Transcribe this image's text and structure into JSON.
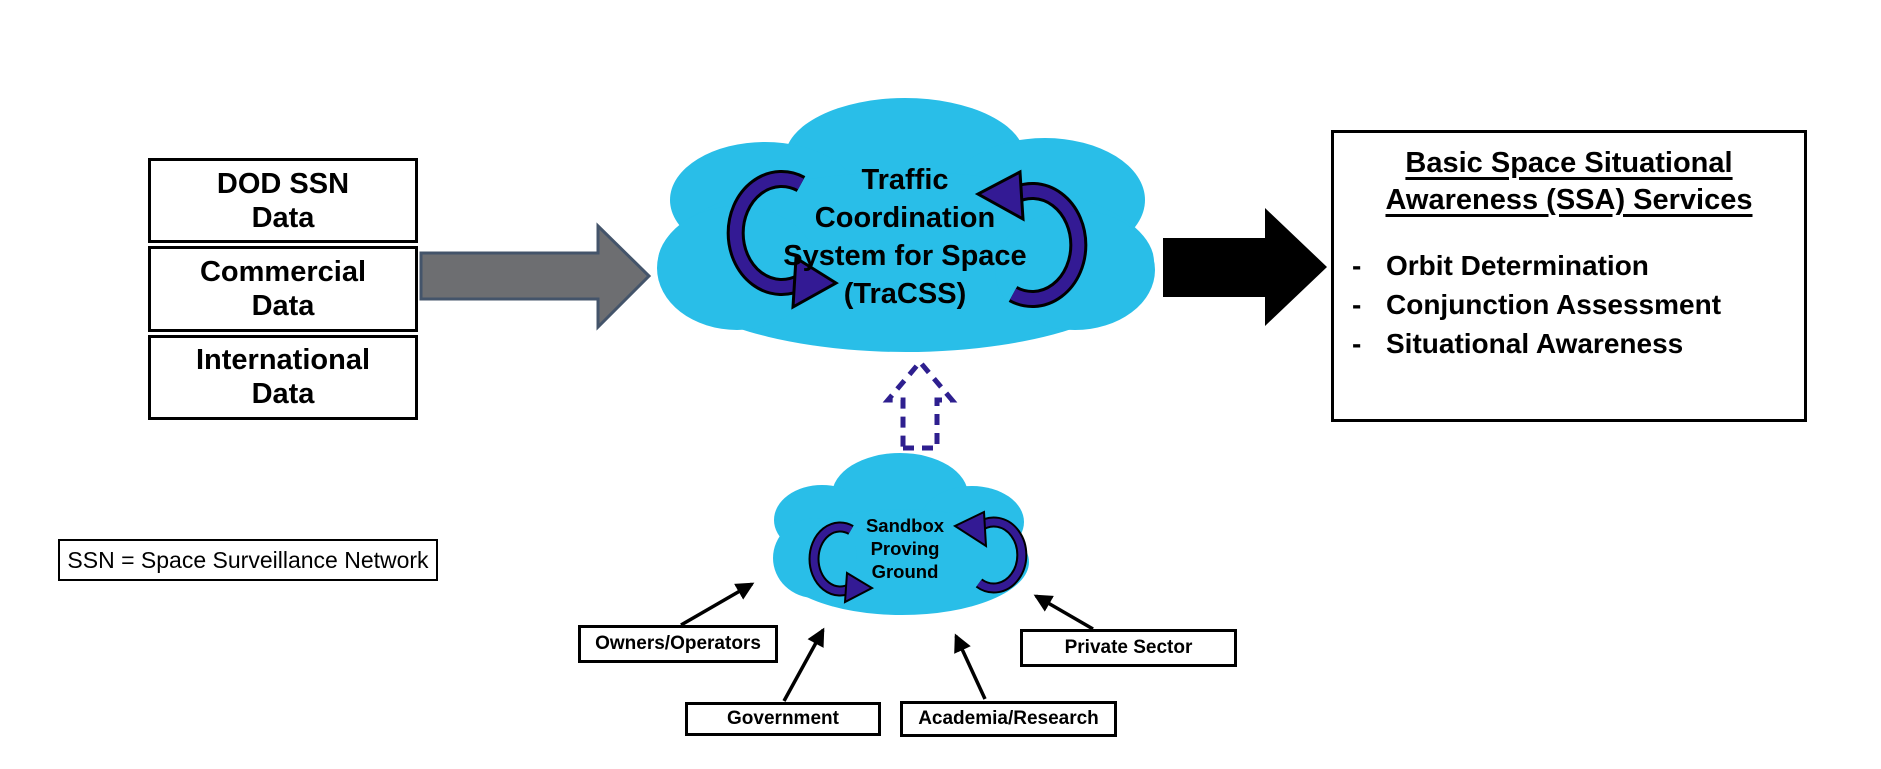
{
  "diagram_title": "Traffic Coordination System for Space (TraCSS) data flow",
  "colors": {
    "cloud_fill": "#29BEE8",
    "cycle_arrow_fill": "#331A94",
    "cycle_arrow_outline": "#000000",
    "dashed_arrow": "#2E1F8F",
    "gray_arrow_fill": "#6D6E71",
    "gray_arrow_stroke": "#44546A",
    "black_arrow_fill": "#000000",
    "connector_color": "#000000",
    "box_border": "#000000"
  },
  "inputs": {
    "items": [
      {
        "label": "DOD SSN\nData"
      },
      {
        "label": "Commercial\nData"
      },
      {
        "label": "International\nData"
      }
    ]
  },
  "legend": {
    "text": "SSN = Space Surveillance Network"
  },
  "main_cloud": {
    "label": "Traffic\nCoordination\nSystem for Space\n(TraCSS)"
  },
  "sandbox_cloud": {
    "label": "Sandbox\nProving\nGround"
  },
  "services": {
    "title_line1": "Basic Space Situational",
    "title_line2": "Awareness (SSA) Services",
    "bullet": "-",
    "items": [
      {
        "label": "Orbit Determination"
      },
      {
        "label": "Conjunction Assessment"
      },
      {
        "label": "Situational Awareness"
      }
    ]
  },
  "contributors": {
    "items": [
      {
        "label": "Owners/Operators"
      },
      {
        "label": "Government"
      },
      {
        "label": "Academia/Research"
      },
      {
        "label": "Private Sector"
      }
    ]
  },
  "icons": {
    "cycle_left": "counterclockwise-cycle-arrow",
    "cycle_right": "counterclockwise-cycle-arrow",
    "dashed_up": "dashed-up-block-arrow",
    "gray_right": "right-block-arrow",
    "black_right": "right-block-arrow"
  }
}
